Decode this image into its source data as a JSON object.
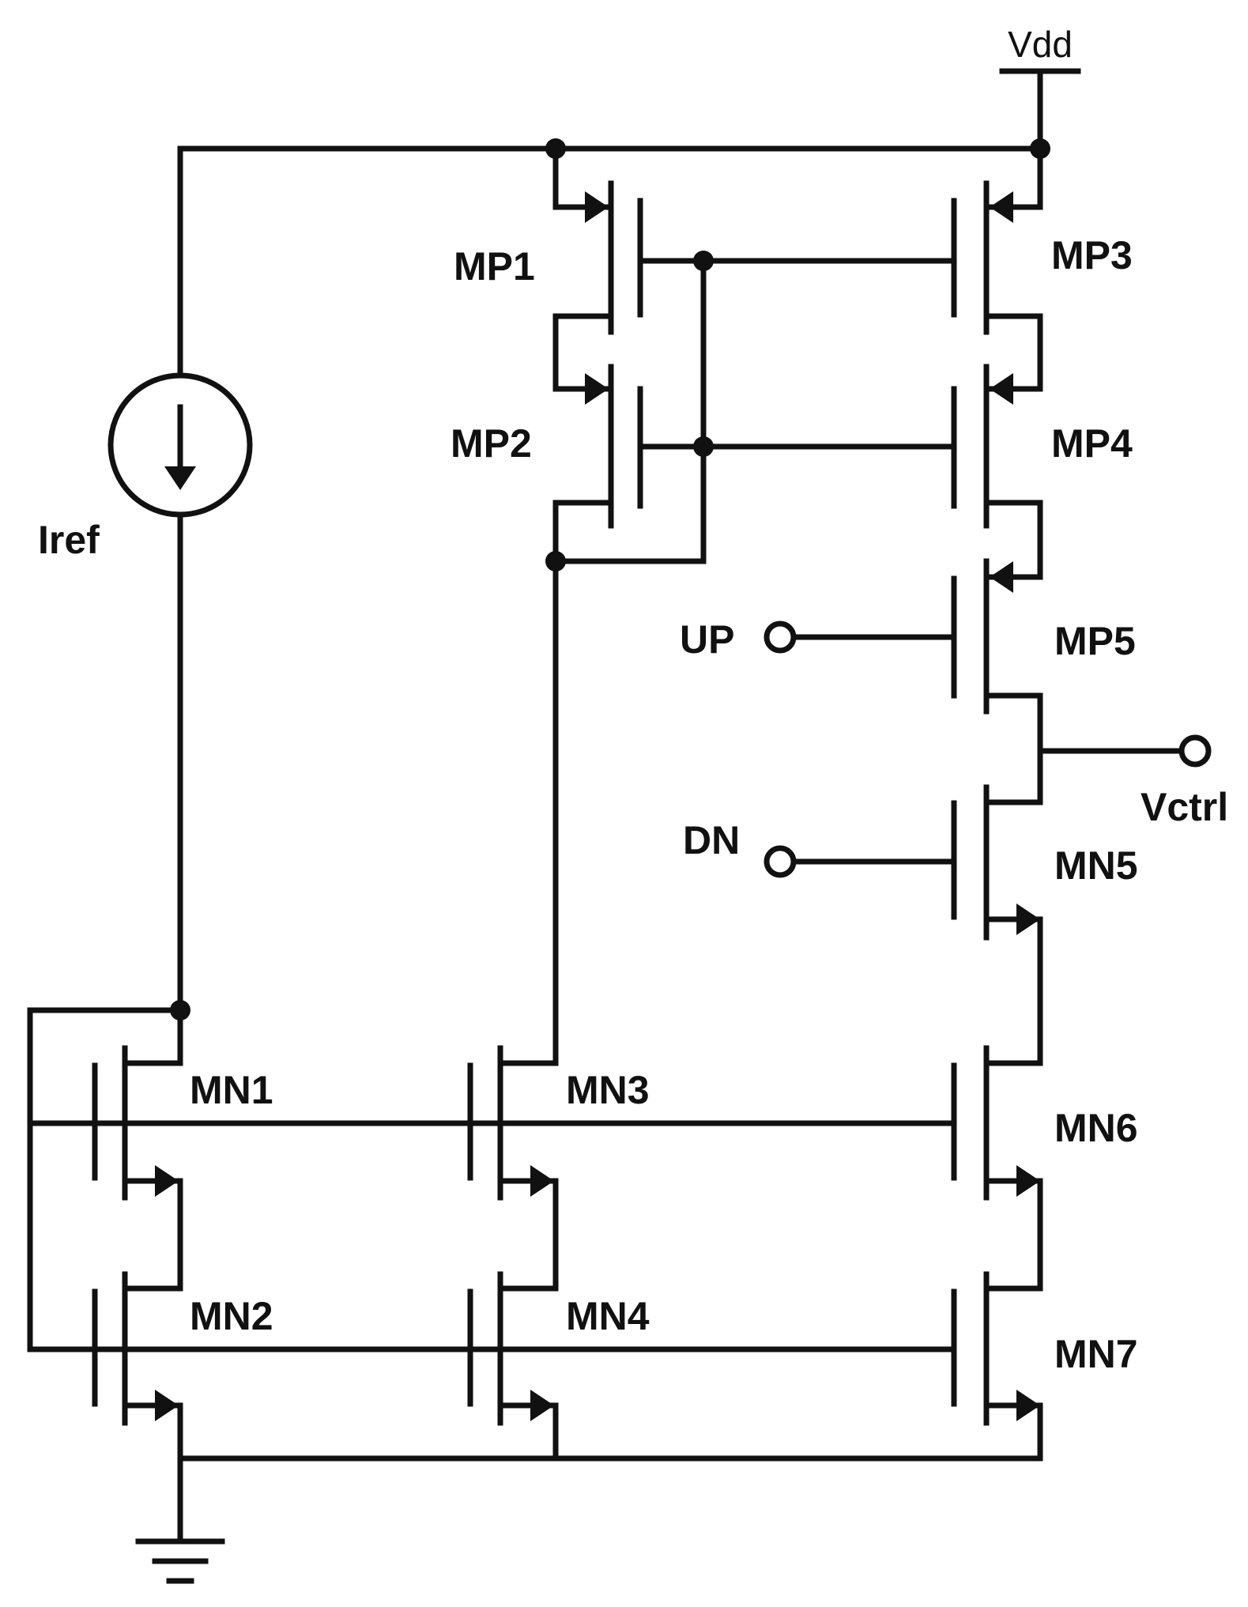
{
  "diagram": {
    "supply_label": "Vdd",
    "current_source_label": "Iref",
    "transistors": {
      "mp1": "MP1",
      "mp2": "MP2",
      "mp3": "MP3",
      "mp4": "MP4",
      "mp5": "MP5",
      "mn1": "MN1",
      "mn2": "MN2",
      "mn3": "MN3",
      "mn4": "MN4",
      "mn5": "MN5",
      "mn6": "MN6",
      "mn7": "MN7"
    },
    "inputs": {
      "up": "UP",
      "dn": "DN"
    },
    "output": "Vctrl"
  },
  "colors": {
    "wire": "#111111",
    "background": "#ffffff"
  },
  "icons": [
    "vdd-supply-icon",
    "ground-icon",
    "current-source-icon",
    "arrow-down-icon"
  ]
}
